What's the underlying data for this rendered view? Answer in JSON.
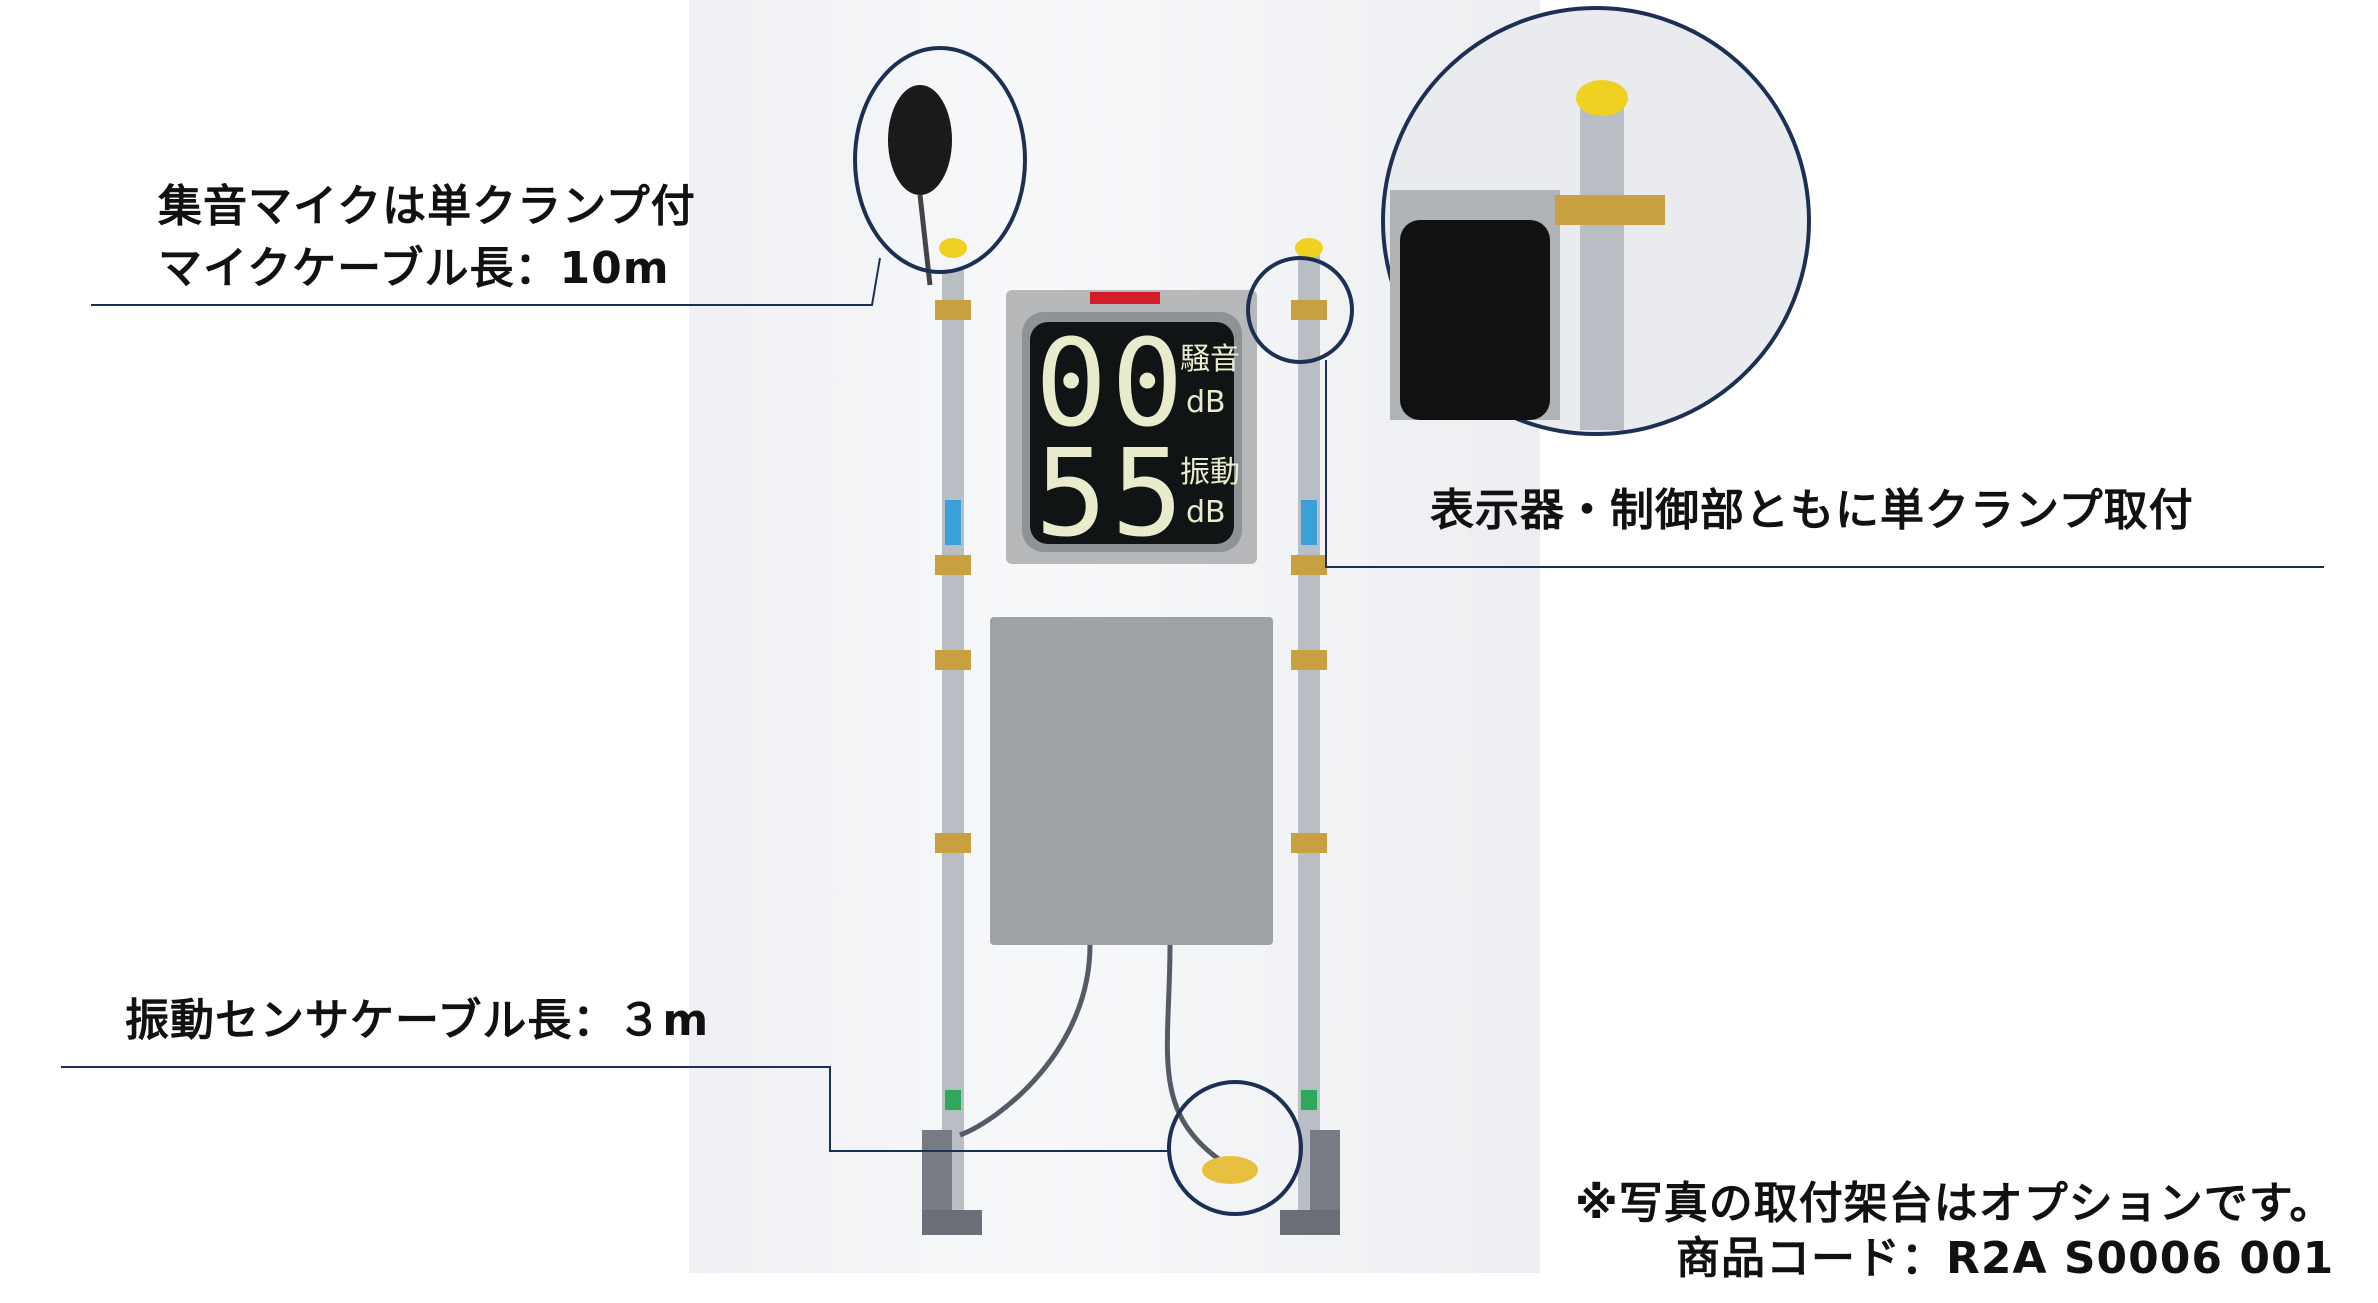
{
  "callouts": {
    "mic": [
      "集音マイクは単クランプ付",
      "マイクケーブル長：10m"
    ],
    "clamp": "表示器・制御部ともに単クランプ取付",
    "vibration": "振動センサケーブル長：３m"
  },
  "display": {
    "noise_value": "00",
    "noise_label": "騒音",
    "noise_unit": "dB",
    "vibration_value": "55",
    "vibration_label": "振動",
    "vibration_unit": "dB"
  },
  "footer": {
    "note": "※写真の取付架台はオプションです。",
    "product_code": "商品コード：R2A S0006 001"
  },
  "colors": {
    "callout_line": "#1e2f55",
    "text": "#111111"
  }
}
